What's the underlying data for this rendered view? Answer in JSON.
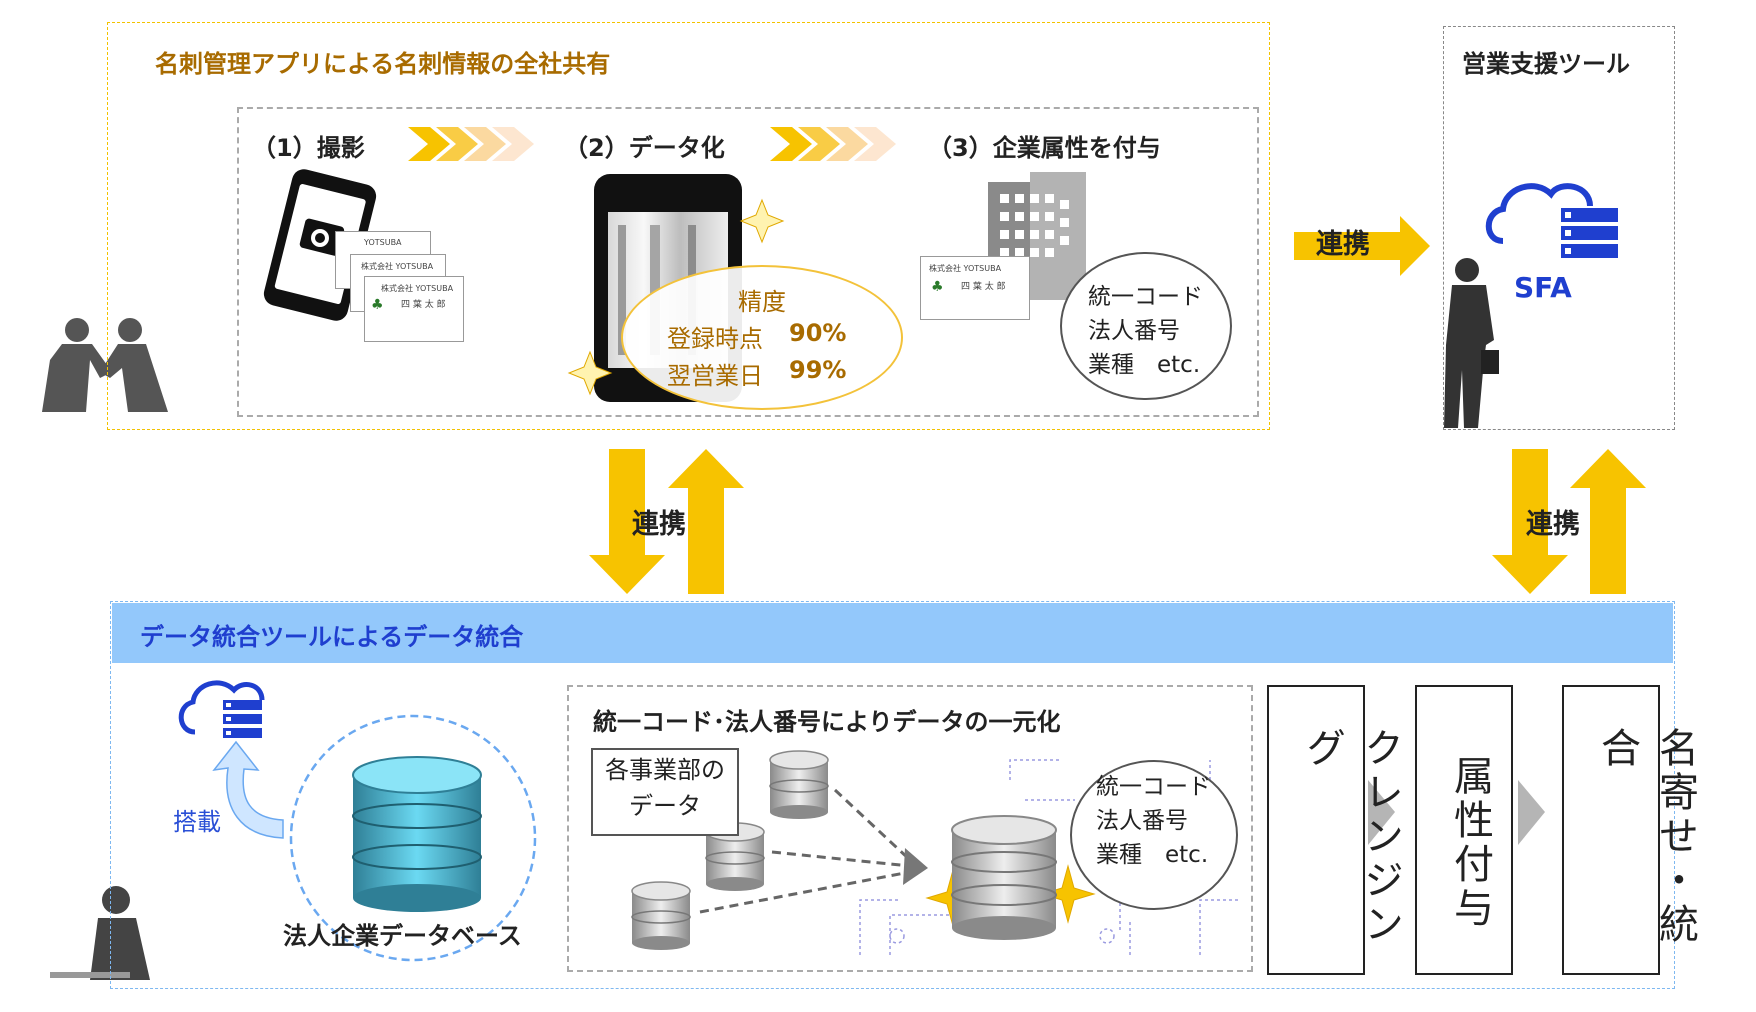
{
  "top": {
    "title": "名刺管理アプリによる名刺情報の全社共有",
    "steps": [
      "（1）撮影",
      "（2）データ化",
      "（3）企業属性を付与"
    ],
    "accuracy": {
      "title": "精度",
      "rows": [
        {
          "label": "登録時点",
          "value": "90%"
        },
        {
          "label": "翌営業日",
          "value": "99%"
        }
      ]
    },
    "attr_bubble": [
      "統一コード",
      "法人番号",
      "業種　etc."
    ],
    "card": {
      "company": "株式会社 YOTSUBA",
      "name": "四 葉 太 郎",
      "company_short": "YOTSUBA"
    }
  },
  "sfa": {
    "title": "営業支援ツール",
    "label": "SFA"
  },
  "links": {
    "right": "連携",
    "center": "連携",
    "far_right": "連携"
  },
  "bottom": {
    "title": "データ統合ツールによるデータ統合",
    "tosai": "搭載",
    "db_label": "法人企業データベース",
    "unify_title": "統一コード･法人番号によりデータの一元化",
    "dept_data": [
      "各事業部の",
      "データ"
    ],
    "unify_bubble": [
      "統一コード",
      "法人番号",
      "業種　etc."
    ],
    "process": [
      "クレンジング",
      "属性付与",
      "名寄せ・統合"
    ]
  },
  "colors": {
    "gold": "#f7c300",
    "brown_text": "#a86b00",
    "blue_text": "#1f3fcf",
    "header_blue": "#93c8fb",
    "cloud_blue": "#1f3fcf"
  },
  "icons": [
    "smartphone-camera-icon",
    "tablet-icon",
    "building-icon",
    "cloud-server-icon",
    "database-icon",
    "sparkle-icon",
    "businessman-icon"
  ]
}
